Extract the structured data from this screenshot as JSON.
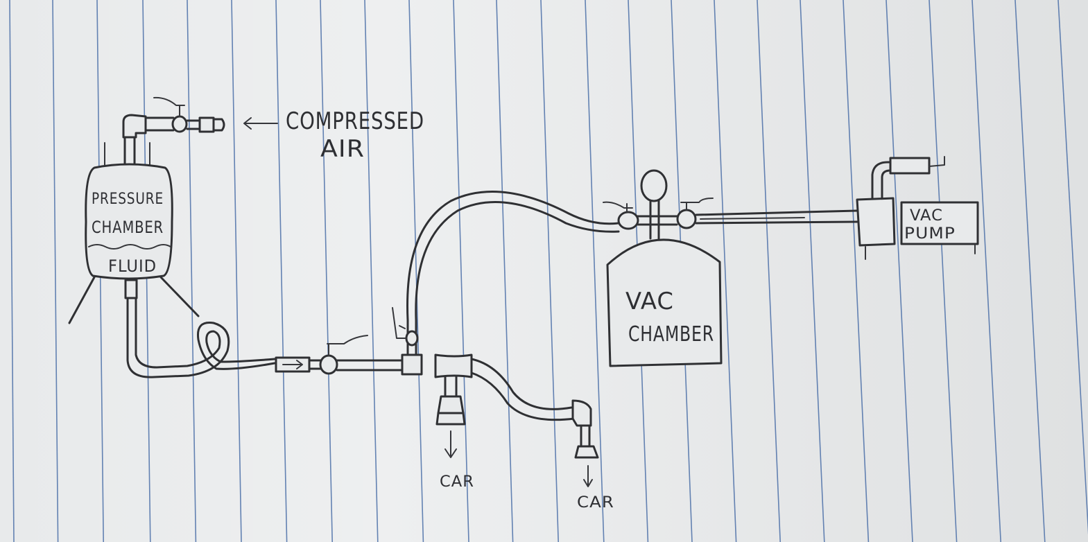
{
  "labels": {
    "compressed_line1": "COMPRESSED",
    "compressed_line2": "AIR",
    "pressure_line1": "PRESSURE",
    "pressure_line2": "CHAMBER",
    "fluid": "FLUID",
    "vac_chamber_line1": "VAC",
    "vac_chamber_line2": "CHAMBER",
    "vac_pump_line1": "VAC",
    "vac_pump_line2": "PUMP",
    "car_left": "CAR",
    "car_right": "CAR"
  },
  "colors": {
    "paper": "#e8eaeb",
    "ink": "#2f3033",
    "rule": "#4b6fa8"
  }
}
